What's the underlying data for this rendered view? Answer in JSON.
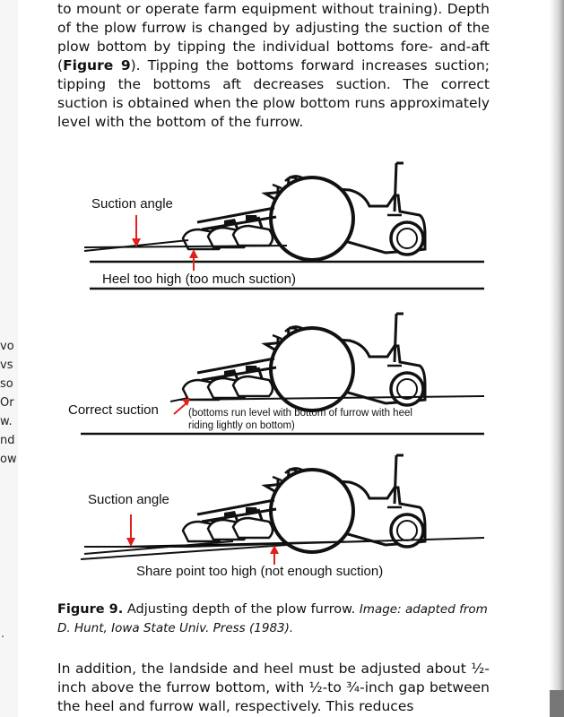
{
  "paragraph_top": {
    "line1": "to mount or operate farm equipment without training).",
    "line2": "Depth of the plow furrow is changed by adjusting the suction",
    "line3": "of the plow bottom by tipping the individual bottoms fore-",
    "line4_a": "and-aft (",
    "figure_ref": "Figure 9",
    "line4_b": "). Tipping the bottoms forward increases",
    "line5": "suction; tipping the bottoms aft decreases suction. The",
    "line6": "correct suction is obtained when the plow bottom runs",
    "line7": "approximately level with the bottom of the furrow."
  },
  "figure": {
    "panel1": {
      "angle_label": "Suction angle",
      "result_label": "Heel too high",
      "result_note": "(too much suction)"
    },
    "panel2": {
      "result_label": "Correct suction",
      "note_line1": "(bottoms run level with bottom of furrow with heel",
      "note_line2": "riding lightly on bottom)"
    },
    "panel3": {
      "angle_label": "Suction angle",
      "result_label": "Share point too high",
      "result_note": "(not enough suction)"
    },
    "arrow_color": "#e0201b"
  },
  "caption": {
    "figure_number": "Figure 9.",
    "text": " Adjusting depth of the plow furrow. ",
    "credit_line1": "Image: adapted from",
    "credit_line2": "D. Hunt, Iowa State Univ. Press (1983)."
  },
  "paragraph_bottom": {
    "line1": "In addition, the landside and heel must be adjusted about",
    "line2": "½-inch above the furrow bottom, with ½-to ¾-inch gap",
    "line3": "between the heel and furrow wall, respectively. This reduces"
  },
  "left_margin_fragments": [
    "vo",
    "vs",
    "so",
    "Or",
    "w.",
    "nd",
    "ow"
  ]
}
